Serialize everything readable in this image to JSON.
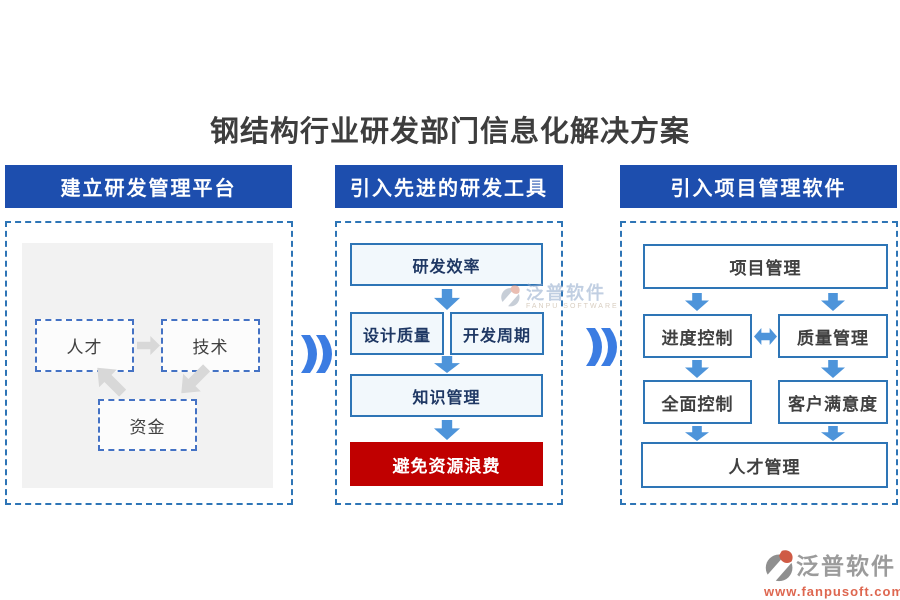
{
  "title": "钢结构行业研发部门信息化解决方案",
  "panels": [
    {
      "header": "建立研发管理平台",
      "nodes": {
        "talent": "人才",
        "technology": "技术",
        "capital": "资金"
      }
    },
    {
      "header": "引入先进的研发工具",
      "nodes": {
        "rd_efficiency": "研发效率",
        "design_quality": "设计质量",
        "dev_cycle": "开发周期",
        "knowledge_mgmt": "知识管理",
        "avoid_waste": "避免资源浪费"
      }
    },
    {
      "header": "引入项目管理软件",
      "nodes": {
        "project_mgmt": "项目管理",
        "progress_control": "进度控制",
        "quality_mgmt": "质量管理",
        "overall_control": "全面控制",
        "customer_satisfaction": "客户满意度",
        "talent_mgmt": "人才管理"
      }
    }
  ],
  "watermark_center": {
    "brand": "泛普软件",
    "brand_en": "FANPU SOFTWARE"
  },
  "watermark_footer": {
    "brand": "泛普软件",
    "url": "www.fanpusoft.com"
  },
  "icons": {
    "flow_chevron": "double-angle-right",
    "arrow_blue_down": "block-arrow-down",
    "arrow_gray": "block-arrow",
    "arrow_double": "double-headed-arrow"
  },
  "colors": {
    "header_bg": "#1d4eae",
    "box_border": "#2e75b6",
    "box_fill_light": "#f2f8fc",
    "highlight_red": "#c00000",
    "arrow_blue": "#4d94da",
    "arrow_gray": "#d8d8d8",
    "chevron_blue": "#3b7ce2",
    "title_text": "#3d3d3d",
    "node_text_navy": "#1f3864",
    "watermark_url_orange": "#de6750"
  }
}
